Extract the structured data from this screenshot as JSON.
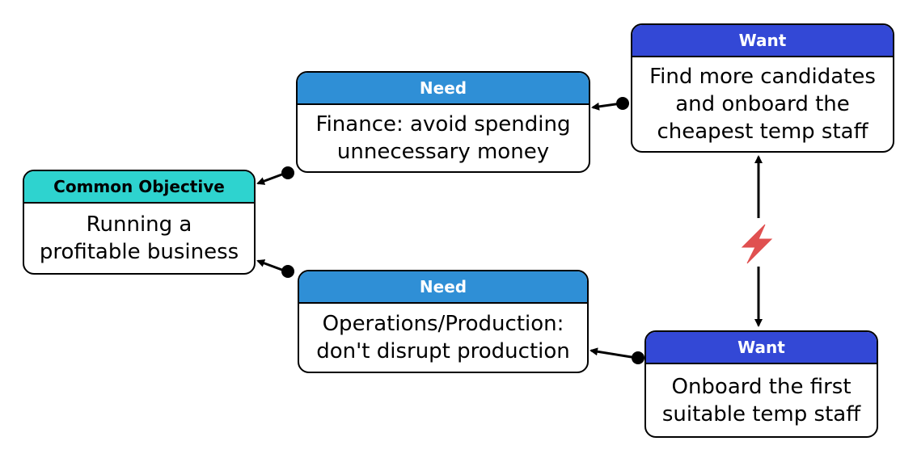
{
  "colors": {
    "common_header": "#2ED3CF",
    "need_header": "#2F8FD6",
    "want_header": "#3348D6",
    "outline": "#000000",
    "conflict": "#E05050"
  },
  "common_objective": {
    "header": "Common Objective",
    "text": "Running a\nprofitable business"
  },
  "needs": [
    {
      "header": "Need",
      "text": "Finance: avoid spending\nunnecessary money"
    },
    {
      "header": "Need",
      "text": "Operations/Production:\ndon't disrupt production"
    }
  ],
  "wants": [
    {
      "header": "Want",
      "text": "Find more candidates\nand onboard the\ncheapest temp staff"
    },
    {
      "header": "Want",
      "text": "Onboard the first\nsuitable temp staff"
    }
  ],
  "icons": {
    "conflict": "lightning-bolt"
  }
}
